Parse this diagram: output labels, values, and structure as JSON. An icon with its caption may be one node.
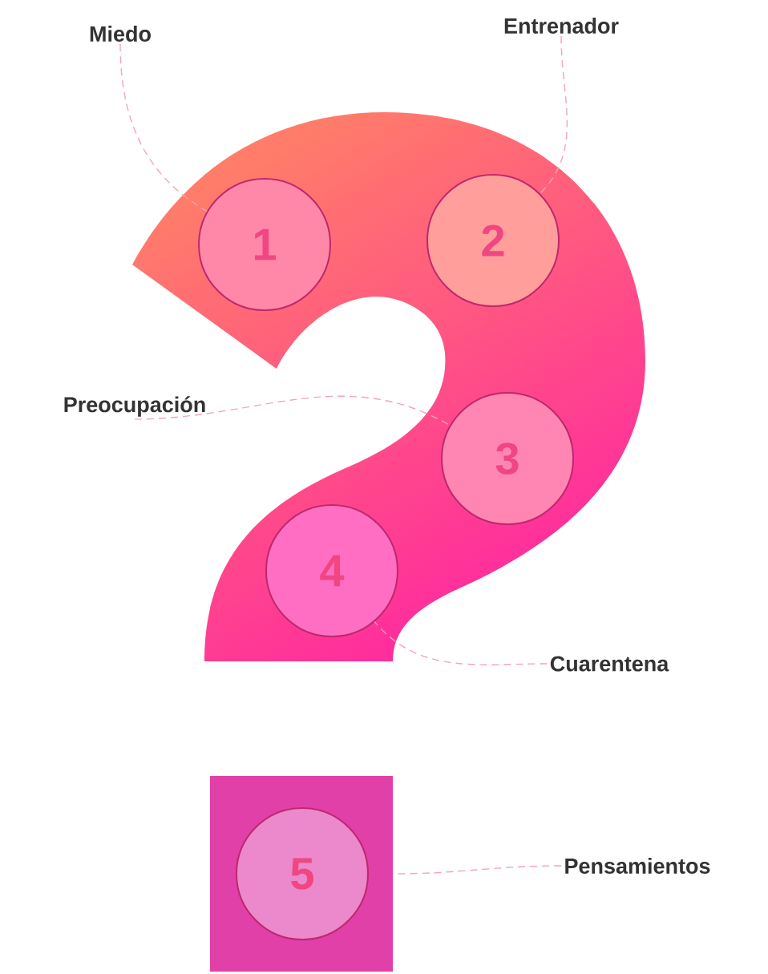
{
  "diagram": {
    "nodes": [
      {
        "text": [
          "Miedo"
        ]
      },
      {
        "text": [
          "Entrenador"
        ]
      },
      {
        "text": [
          "1"
        ]
      },
      {
        "text": [
          "2"
        ]
      },
      {
        "text": [
          "Preocupación"
        ]
      },
      {
        "text": [
          "3"
        ]
      },
      {
        "text": [
          "4"
        ]
      },
      {
        "text": [
          "Cuarentena"
        ]
      },
      {
        "text": [],
        "shape": "box"
      },
      {
        "text": [
          "5"
        ],
        "in": 8
      },
      {
        "text": [
          "Pensamientos"
        ]
      }
    ],
    "edges": [
      {
        "from": 0,
        "to": 2,
        "arrow": "none",
        "style": "dashed"
      },
      {
        "from": 1,
        "to": 3,
        "arrow": "none",
        "style": "dashed"
      },
      {
        "from": 4,
        "to": 5,
        "arrow": "none",
        "style": "dashed"
      },
      {
        "from": 7,
        "to": 6,
        "arrow": "none",
        "style": "dashed"
      },
      {
        "from": 10,
        "to": 8,
        "arrow": "none",
        "style": "dashed"
      }
    ]
  }
}
